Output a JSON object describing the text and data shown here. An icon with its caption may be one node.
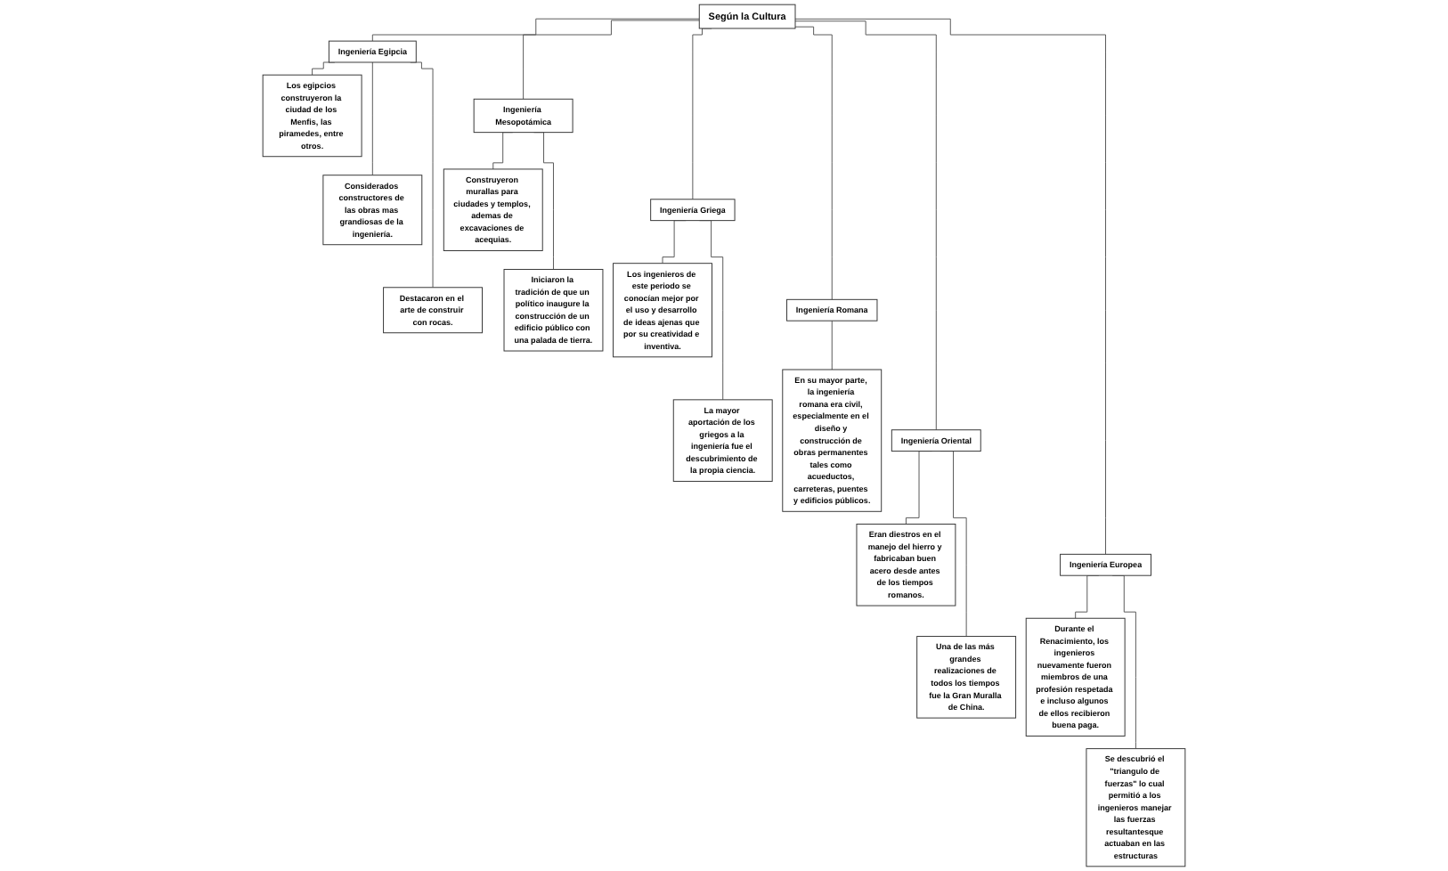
{
  "diagram": {
    "nodes": [
      {
        "text": [
          "Según la Cultura"
        ]
      },
      {
        "text": [
          "Ingeniería Egipcia"
        ]
      },
      {
        "text": [
          "Ingeniería Mesopotámica"
        ]
      },
      {
        "text": [
          "Ingeniería Griega"
        ]
      },
      {
        "text": [
          "Ingeniería Romana"
        ]
      },
      {
        "text": [
          "Ingeniería Oriental"
        ]
      },
      {
        "text": [
          "Ingeniería Europea"
        ]
      },
      {
        "text": [
          "Los egipcios construyeron la ciudad de los Menfis, las piramedes, entre otros."
        ]
      },
      {
        "text": [
          "Considerados constructores de las obras mas grandiosas de la ingeniería."
        ]
      },
      {
        "text": [
          "Destacaron en el arte de construir con rocas."
        ]
      },
      {
        "text": [
          "Construyeron murallas para ciudades y templos, ademas de excavaciones de acequias."
        ]
      },
      {
        "text": [
          "Iniciaron la tradición de que un político inaugure la construcción de un edificio público con una palada de tierra."
        ]
      },
      {
        "text": [
          "Los ingenieros de este periodo se conocían mejor por el uso y desarrollo de ideas ajenas que por su creatividad e inventiva."
        ]
      },
      {
        "text": [
          "La mayor aportación de los griegos a la ingeniería fue el descubrimiento de la propia ciencia."
        ]
      },
      {
        "text": [
          "En su mayor parte, la ingeniería romana era civil, especialmente en el diseño y construcción de obras permanentes tales como acueductos, carreteras, puentes y edificios públicos."
        ]
      },
      {
        "text": [
          "Eran diestros en el manejo del hierro y fabricaban buen acero desde antes de los tiempos romanos."
        ]
      },
      {
        "text": [
          "Una de las más grandes realizaciones de todos los tiempos fue la Gran Muralla de China."
        ]
      },
      {
        "text": [
          "Durante el Renacimiento, los ingenieros nuevamente fueron miembros de una profesión respetada e incluso algunos de ellos recibieron buena paga."
        ]
      },
      {
        "text": [
          "Se descubrió el \"triangulo de fuerzas\" lo cual permitió a los ingenieros manejar las fuerzas resultantesque actuaban en las estructuras"
        ]
      }
    ],
    "edges": [
      {
        "from": 0,
        "to": 1,
        "arrow": "none"
      },
      {
        "from": 0,
        "to": 2,
        "arrow": "none"
      },
      {
        "from": 0,
        "to": 3,
        "arrow": "none"
      },
      {
        "from": 0,
        "to": 4,
        "arrow": "none"
      },
      {
        "from": 0,
        "to": 5,
        "arrow": "none"
      },
      {
        "from": 0,
        "to": 6,
        "arrow": "none"
      },
      {
        "from": 1,
        "to": 7,
        "arrow": "none"
      },
      {
        "from": 1,
        "to": 8,
        "arrow": "none"
      },
      {
        "from": 1,
        "to": 9,
        "arrow": "none"
      },
      {
        "from": 2,
        "to": 10,
        "arrow": "none"
      },
      {
        "from": 2,
        "to": 11,
        "arrow": "none"
      },
      {
        "from": 3,
        "to": 12,
        "arrow": "none"
      },
      {
        "from": 3,
        "to": 13,
        "arrow": "none"
      },
      {
        "from": 4,
        "to": 14,
        "arrow": "none"
      },
      {
        "from": 5,
        "to": 15,
        "arrow": "none"
      },
      {
        "from": 5,
        "to": 16,
        "arrow": "none"
      },
      {
        "from": 6,
        "to": 17,
        "arrow": "none"
      },
      {
        "from": 6,
        "to": 18,
        "arrow": "none"
      }
    ]
  }
}
